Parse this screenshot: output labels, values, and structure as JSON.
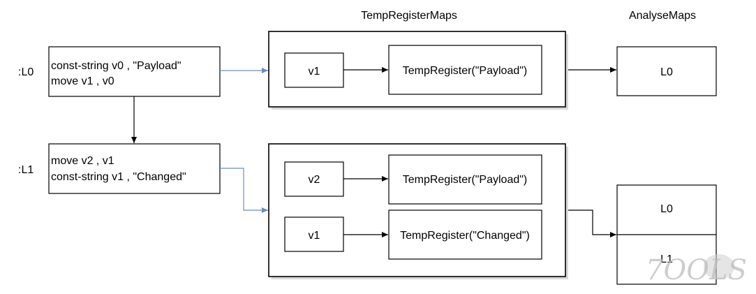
{
  "headers": {
    "temp_register_maps": "TempRegisterMaps",
    "analyse_maps": "AnalyseMaps"
  },
  "labels": {
    "l0": ":L0",
    "l1": ":L1"
  },
  "blocks": {
    "l0": {
      "line1": "const-string v0 , \"Payload\"",
      "line2": "move v1 , v0"
    },
    "l1": {
      "line1": "move v2 , v1",
      "line2": "const-string v1 , \"Changed\""
    }
  },
  "temp_maps": {
    "l0": [
      {
        "reg": "v1",
        "value": "TempRegister(\"Payload\")"
      }
    ],
    "l1": [
      {
        "reg": "v2",
        "value": "TempRegister(\"Payload\")"
      },
      {
        "reg": "v1",
        "value": "TempRegister(\"Changed\")"
      }
    ]
  },
  "analyse_maps": {
    "top": "L0",
    "bottom_upper": "L0",
    "bottom_lower": "L1"
  },
  "watermark": {
    "text": "7OOLS"
  },
  "colors": {
    "blue_arrow": "#6c8ebf",
    "shadow": "#d9d9d9"
  }
}
